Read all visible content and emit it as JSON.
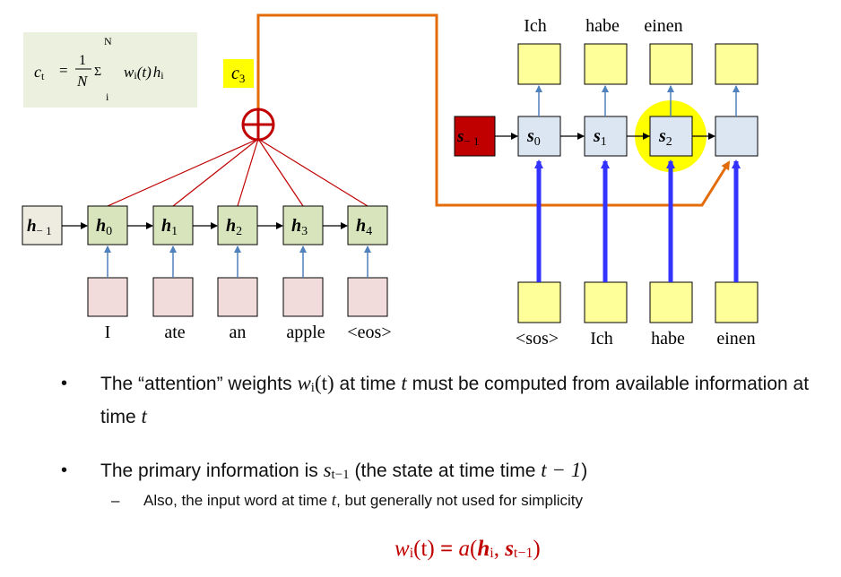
{
  "formula": {
    "lhs": "c",
    "lhs_sub": "t",
    "eq": "=",
    "frac_num": "1",
    "frac_den": "N",
    "sum_sign": "Σ",
    "sum_upper": "N",
    "sum_lower": "i",
    "w": "w",
    "w_sub": "i",
    "t_arg": "(t)",
    "h": "h",
    "h_sub": "i"
  },
  "context_label": {
    "base": "c",
    "sub": "3"
  },
  "plus_symbol": "+",
  "encoder": {
    "initial": {
      "base": "h",
      "sub": "− 1"
    },
    "states": [
      {
        "base": "h",
        "sub": "0"
      },
      {
        "base": "h",
        "sub": "1"
      },
      {
        "base": "h",
        "sub": "2"
      },
      {
        "base": "h",
        "sub": "3"
      },
      {
        "base": "h",
        "sub": "4"
      }
    ],
    "inputs": [
      "I",
      "ate",
      "an",
      "apple",
      "<eos>"
    ]
  },
  "decoder": {
    "initial": {
      "base": "s",
      "sub": "− 1"
    },
    "states": [
      {
        "base": "s",
        "sub": "0"
      },
      {
        "base": "s",
        "sub": "1"
      },
      {
        "base": "s",
        "sub": "2"
      },
      {
        "base": "",
        "sub": ""
      }
    ],
    "outputs": [
      "Ich",
      "habe",
      "einen"
    ],
    "inputs": [
      "<sos>",
      "Ich",
      "habe",
      "einen"
    ]
  },
  "bullets": {
    "b1_a": "The “attention” weights",
    "b1_w": "w",
    "b1_wsub": "i",
    "b1_warg": "(t)",
    "b1_b": "at time",
    "b1_t": "t",
    "b1_c": "must be computed from available information at time",
    "b1_t2": "t",
    "b2_a": "The primary information is",
    "b2_s": "s",
    "b2_ssub": "t−1",
    "b2_b": "(the state at time time",
    "b2_expr": "t − 1",
    "b2_c": ")",
    "b3_dash": "–",
    "b3_a": "Also, the input word at time",
    "b3_t": "t",
    "b3_b": ", but generally not used for simplicity"
  },
  "equation": {
    "w": "w",
    "w_sub": "i",
    "lhs_arg": "(t)",
    "eq": "=",
    "a": "a",
    "open": "(",
    "h": "h",
    "h_sub": "i",
    "comma": ",",
    "s": "s",
    "s_sub": "t−1",
    "close": ")"
  },
  "colors": {
    "encoder_fill": "#d8e4bc",
    "encoder_initial_fill": "#eeece1",
    "decoder_fill": "#dce6f2",
    "decoder_initial_fill": "#c00000",
    "input_fill": "#f2dcdb",
    "output_fill": "#ffff99",
    "attention_line": "#c00000",
    "context_path": "#e36c09",
    "arrow_blue": "#4f81bd",
    "thick_blue": "#3333ff",
    "highlight": "#ffff00",
    "formula_bg": "#ebf1de"
  }
}
